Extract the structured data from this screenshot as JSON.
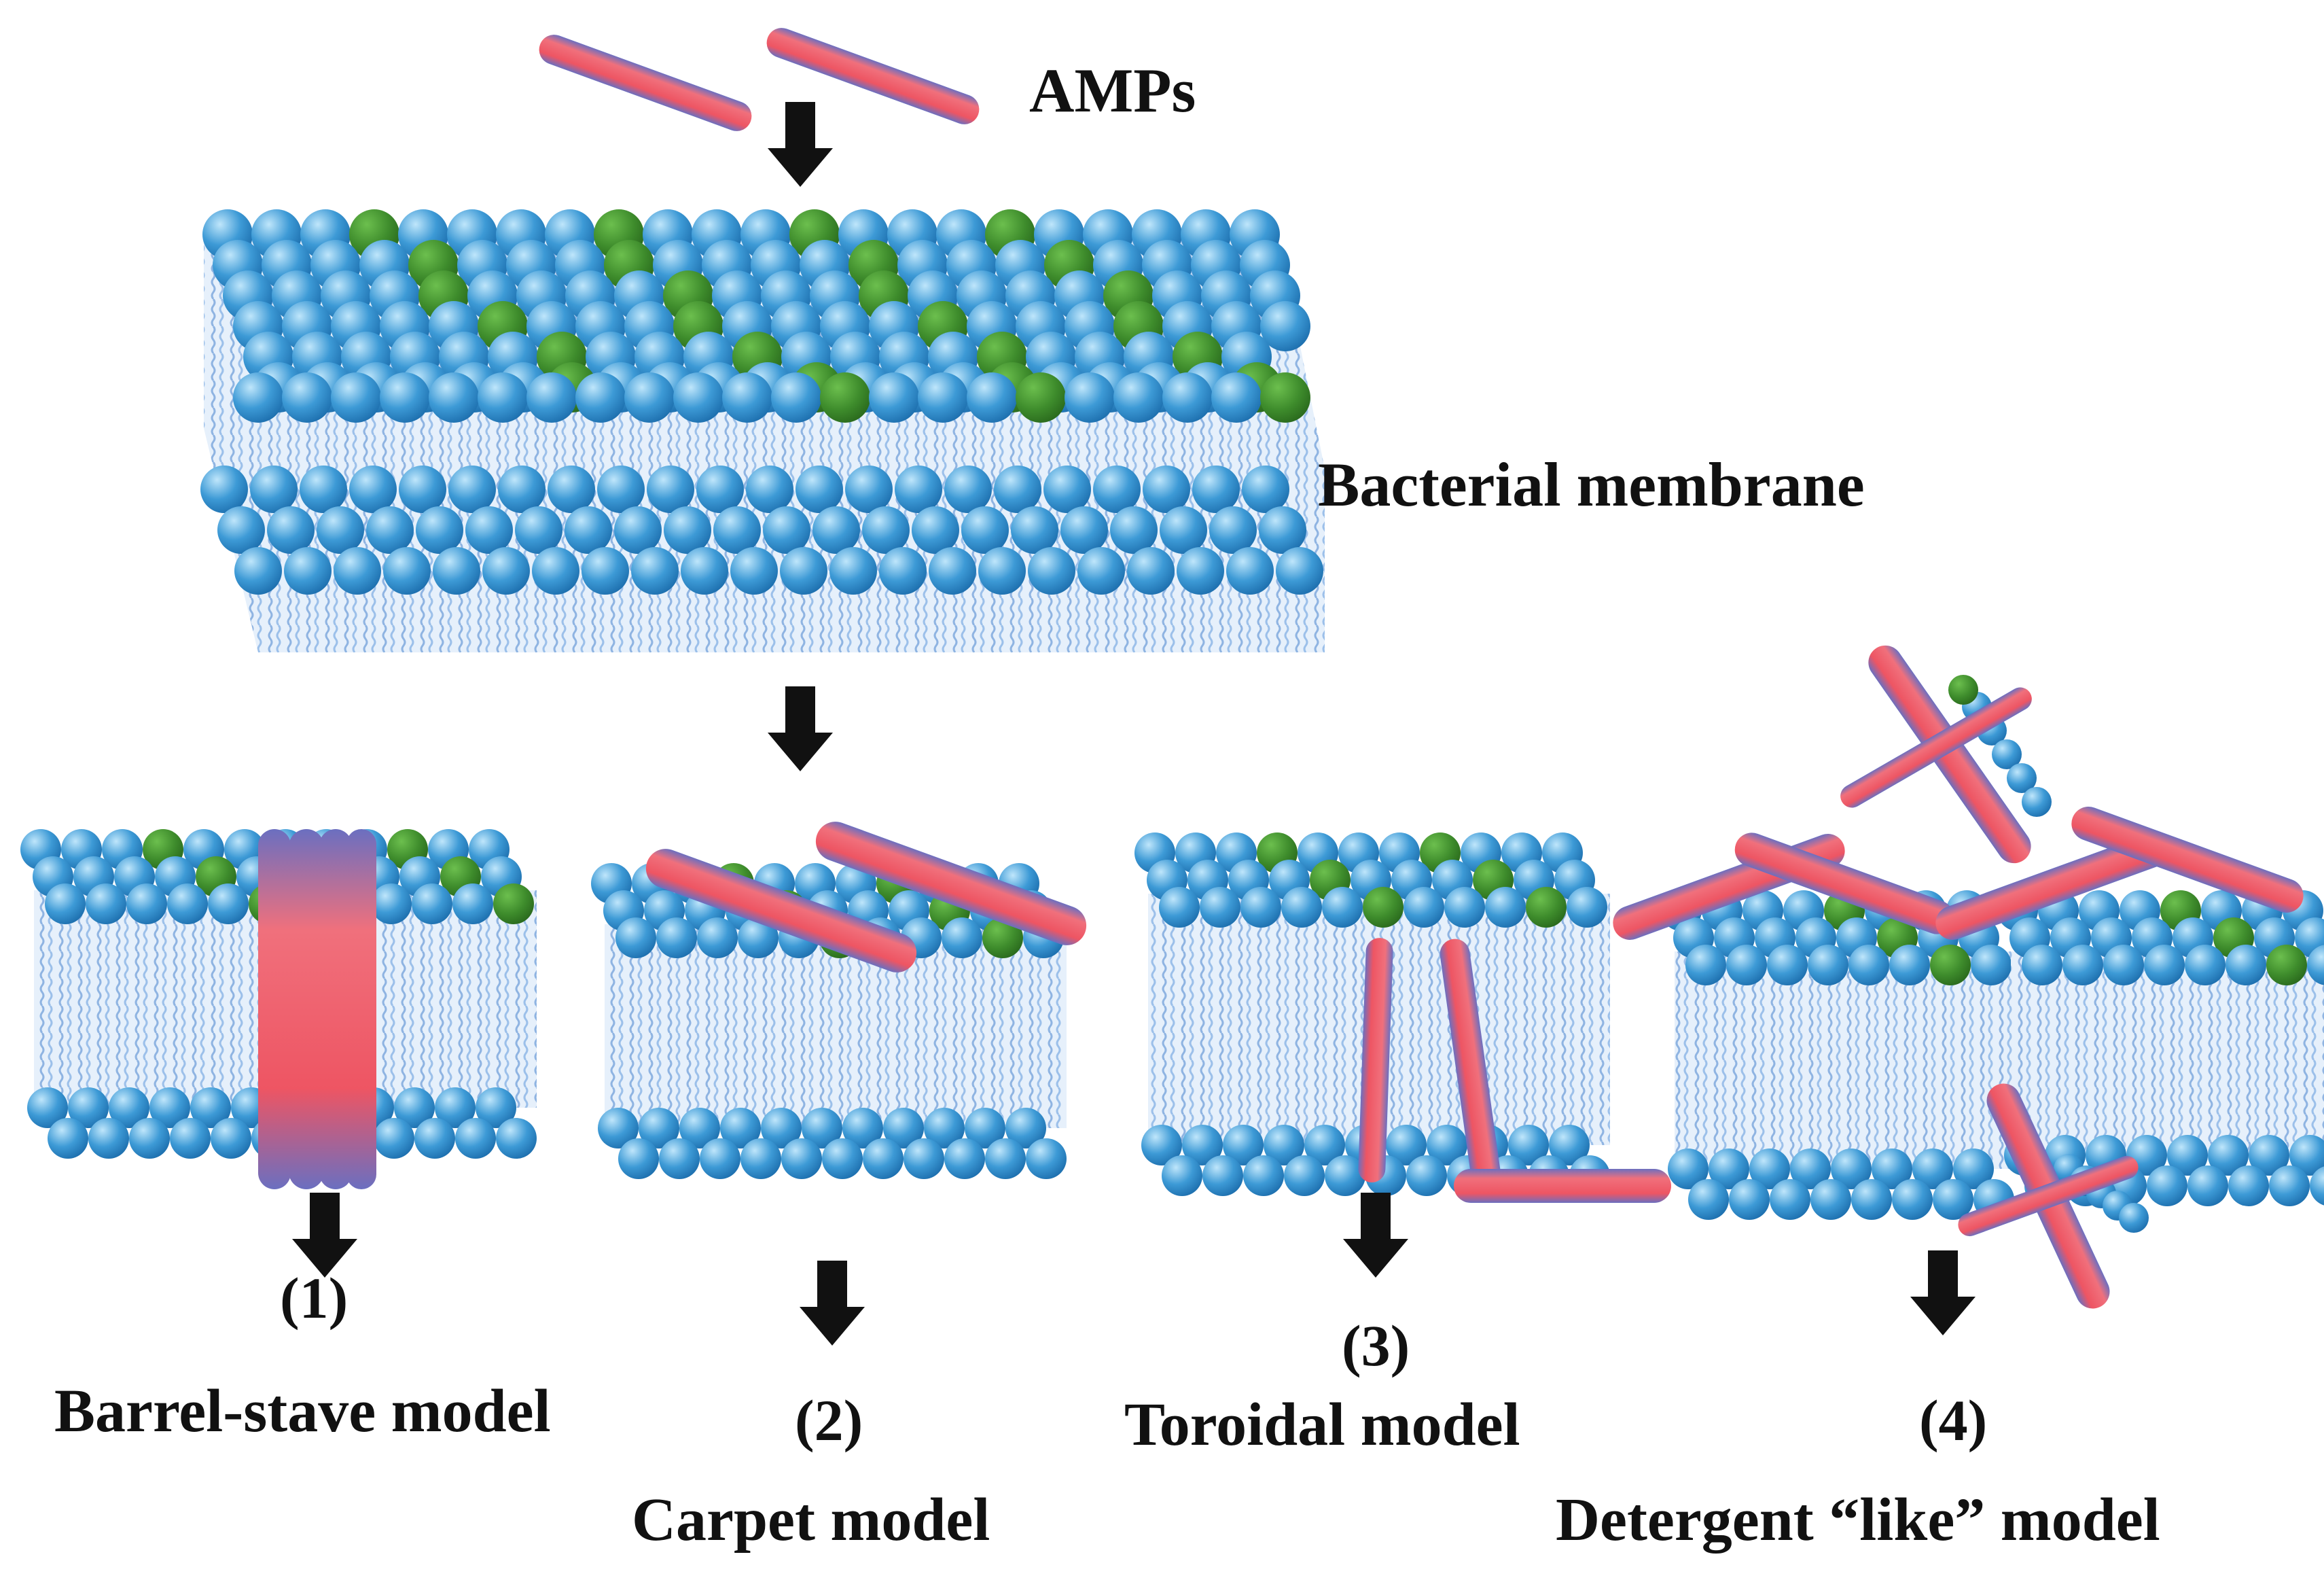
{
  "labels": {
    "amps": "AMPs",
    "membrane": "Bacterial membrane",
    "m1_num": "(1)",
    "m1_name": "Barrel-stave model",
    "m2_num": "(2)",
    "m2_name": "Carpet model",
    "m3_num": "(3)",
    "m3_name": "Toroidal model",
    "m4_num": "(4)",
    "m4_name": "Detergent “like” model"
  },
  "colors": {
    "lipid_head": "#2f8fcf",
    "lipid_head_light": "#a9daf5",
    "lipid_tail": "#8fb8e3",
    "anionic_head": "#3e8c2c",
    "peptide_core": "#ef5a66",
    "peptide_edge": "#6b6fc0",
    "arrow": "#111111"
  }
}
